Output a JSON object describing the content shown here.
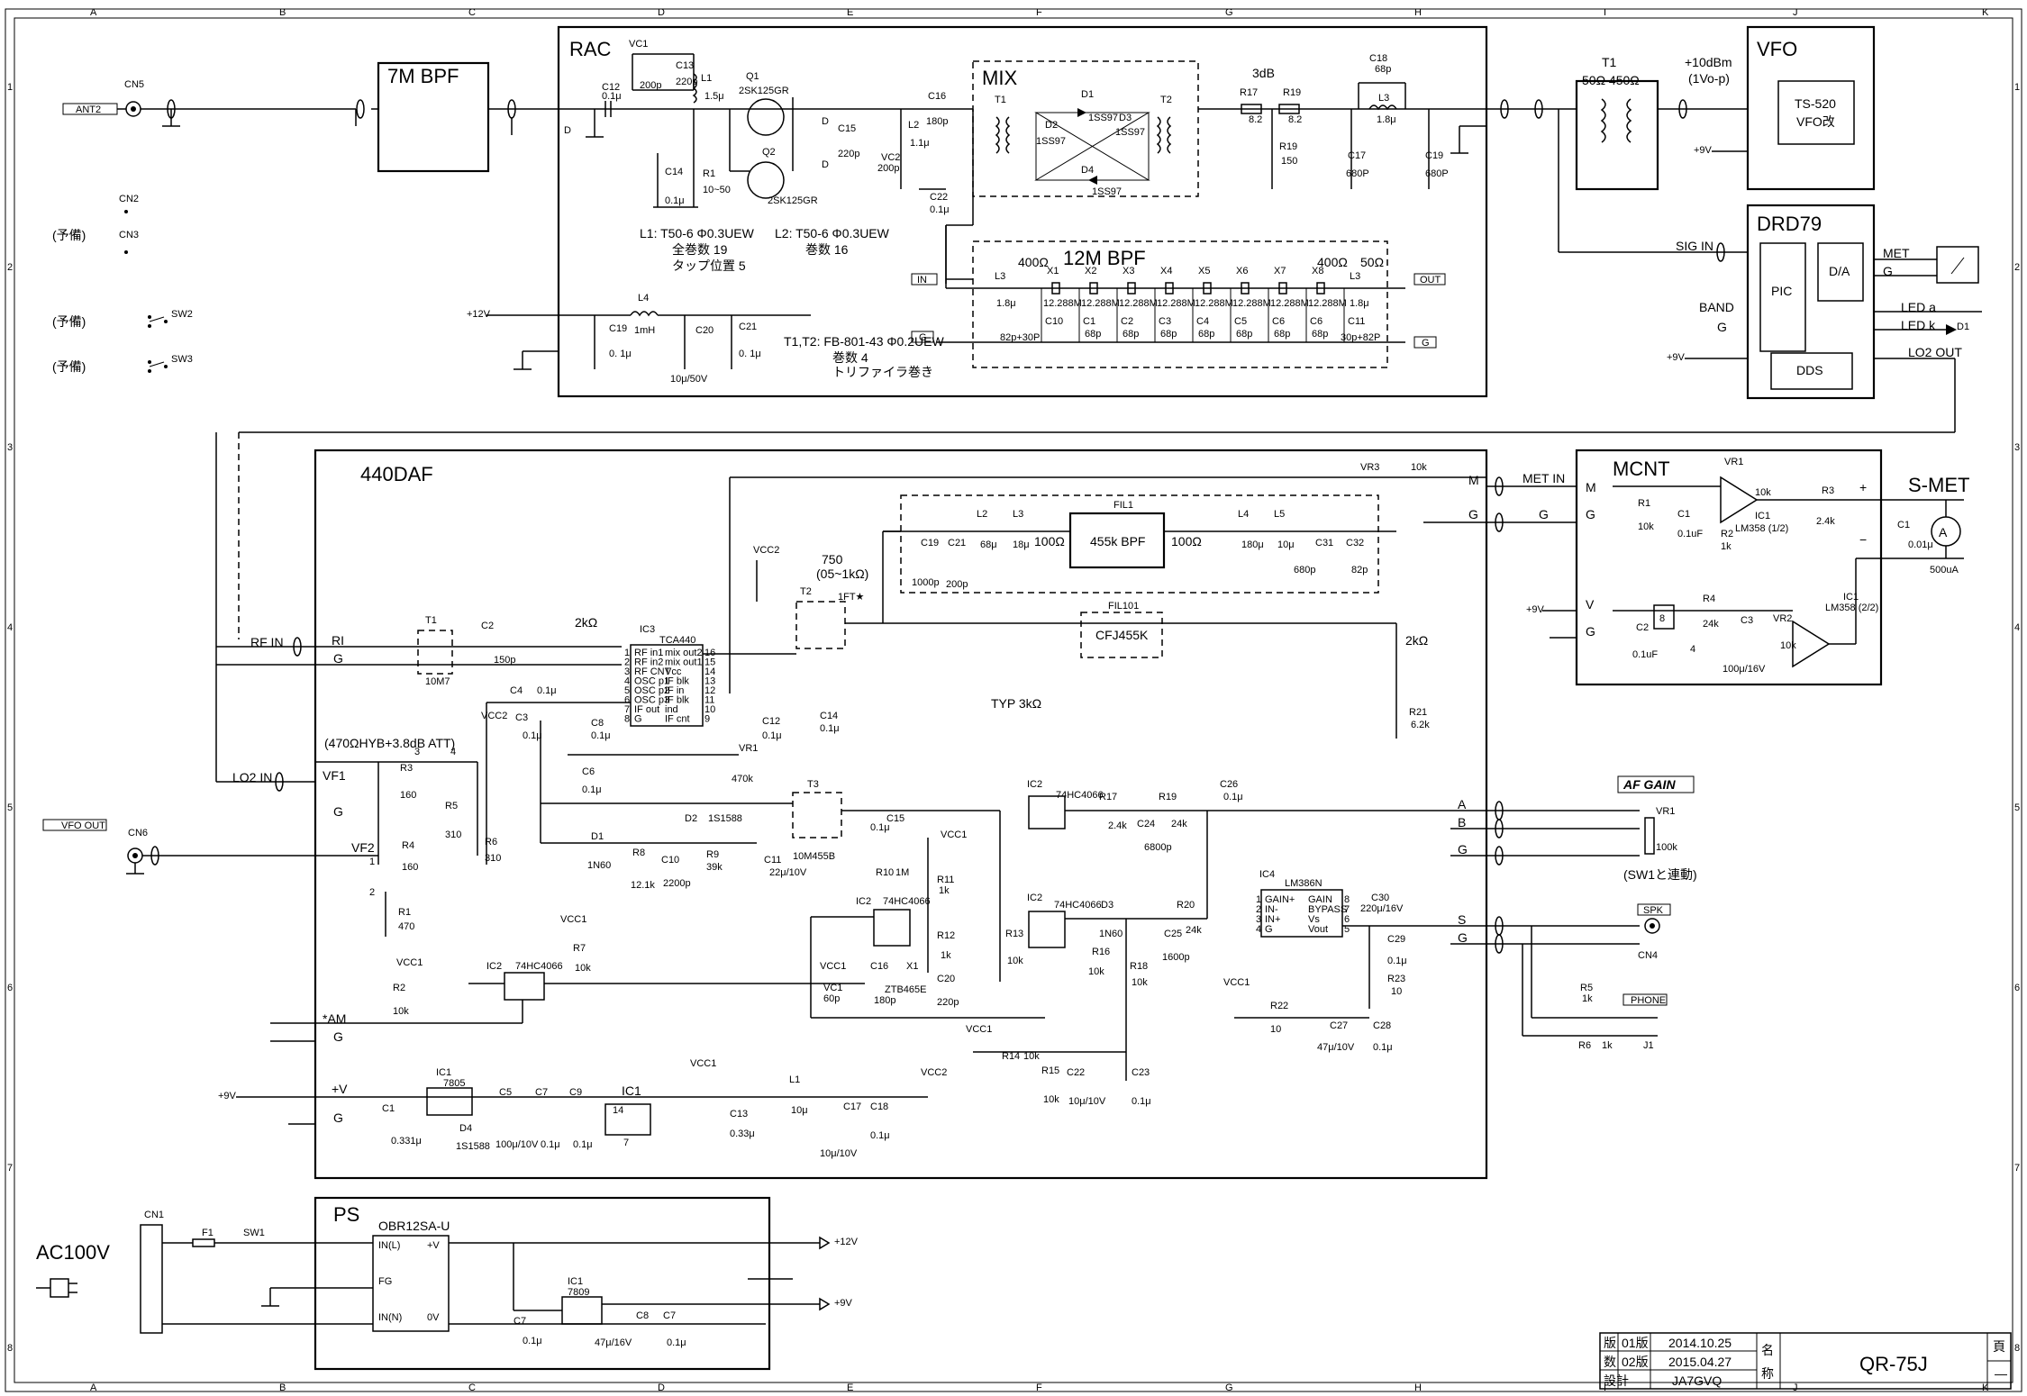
{
  "grid": {
    "cols": [
      "A",
      "B",
      "C",
      "D",
      "E",
      "F",
      "G",
      "H",
      "I",
      "J",
      "K"
    ],
    "rows": [
      "1",
      "2",
      "3",
      "4",
      "5",
      "6",
      "7",
      "8"
    ]
  },
  "ports": {
    "ant": "ANT2",
    "cn5": "CN5",
    "cn2": "CN2",
    "cn3": "CN3",
    "reserve": "(予備)",
    "sw2": "SW2",
    "sw3": "SW3",
    "vfo_out": "VFO OUT",
    "cn6": "CN6",
    "cn1": "CN1",
    "ac": "AC100V",
    "f1": "F1",
    "sw1": "SW1",
    "plus12": "+12V",
    "plus9": "+9V",
    "spk": "SPK",
    "cn4": "CN4",
    "phone": "PHONE",
    "j1": "J1",
    "af_gain": "AF GAIN",
    "sw1_link": "(SW1と連動)"
  },
  "blocks": {
    "bpf7": "7M BPF",
    "rac": "RAC",
    "mix": "MIX",
    "bpf12": "12M BPF",
    "daf": "440DAF",
    "ps": "PS",
    "vfo": "VFO",
    "vfo_sub": "TS-520",
    "vfo_sub2": "VFO改",
    "drd": "DRD79",
    "pic": "PIC",
    "da": "D/A",
    "dds": "DDS",
    "mcnt": "MCNT",
    "fil1": "455k BPF",
    "fil101": "CFJ455K",
    "ps_module": "OBR12SA-U"
  },
  "rac": {
    "l1_note": "L1:  T50-6 Φ0.3UEW",
    "l1_turns": "全巻数  19",
    "l1_tap": "タップ位置  5",
    "l2_note": "L2:  T50-6 Φ0.3UEW",
    "l2_turns": "巻数  16",
    "t_note": "T1,T2:  FB-801-43 Φ0.2UEW",
    "t_turns": "巻数  4",
    "t_wind": "トリファイラ巻き",
    "att": "3dB",
    "imp400a": "400Ω",
    "imp400b": "400Ω",
    "imp50": "50Ω",
    "q1": "Q1",
    "q1p": "2SK125GR",
    "q2": "Q2",
    "q2p": "2SK125GR",
    "d1": "D1",
    "d1p": "1SS97",
    "d2": "D2",
    "d2p": "1SS97",
    "d3": "D3",
    "d3p": "1SS97",
    "d4": "D4",
    "d4p": "1SS97",
    "in": "IN",
    "out": "OUT",
    "g": "G"
  },
  "vfo_link": {
    "t1": "T1",
    "imp": "50Ω   450Ω",
    "level": "+10dBm",
    "level2": "(1Vo-p)",
    "sig_in": "SIG IN",
    "band": "BAND",
    "g": "G",
    "met": "MET",
    "led_a": "LED a",
    "led_k": "LED k",
    "lo2_out": "LO2 OUT",
    "d1": "D1"
  },
  "daf": {
    "rf_in": "RF IN",
    "ri": "RI",
    "g": "G",
    "lo2_in": "LO2 IN",
    "vf1": "VF1",
    "vf2": "VF2",
    "am": "*AM",
    "plusv": "+V",
    "att_note": "(470ΩHYB+3.8dB ATT)",
    "imp2k": "2kΩ",
    "imp2k_b": "2kΩ",
    "typ3k": "TYP 3kΩ",
    "imp750": "750",
    "imp750b": "(05~1kΩ)",
    "imp100a": "100Ω",
    "imp100b": "100Ω",
    "ic3": "IC3",
    "ic3p": "TCA440",
    "ift": "1FT★",
    "t3p": "10M455B",
    "t1p": "10M7",
    "ic4": "IC4",
    "ic4p": "LM386N",
    "ic2": "IC2",
    "ic2p": "74HC4066",
    "ic1": "IC1",
    "ic1p": "7805",
    "x1p": "ZTB465E",
    "vcc1": "VCC1",
    "vcc2": "VCC2",
    "vr3": "VR3",
    "vr3v": "10k",
    "m": "M",
    "a": "A",
    "b": "B",
    "s": "S"
  },
  "ic3_pins": [
    "RF in1",
    "RF in2",
    "RF CNT",
    "OSC p1",
    "OSC p2",
    "OSC p3",
    "IF out",
    "G"
  ],
  "ic3_pins_r": [
    "mix out2",
    "mix out1",
    "Vcc",
    "IF blk",
    "IF in",
    "IF blk",
    "ind",
    "IF cnt"
  ],
  "ic4_pins": [
    "GAIN+",
    "IN-",
    "IN+",
    "G"
  ],
  "ic4_pins_r": [
    "GAIN",
    "BYPASS",
    "Vs",
    "Vout"
  ],
  "mcnt": {
    "met_in": "MET IN",
    "m": "M",
    "g": "G",
    "v": "V",
    "smet": "S-MET",
    "meter": "500uA",
    "ic1": "IC1",
    "ic1p": "LM358 (1/2)",
    "ic1b": "IC1",
    "ic1bp": "LM358 (2/2)",
    "vr1": "VR1",
    "vr2": "VR2"
  },
  "ps": {
    "in_l": "IN(L)",
    "in_n": "IN(N)",
    "fg": "FG",
    "pv": "+V",
    "ov": "0V",
    "ic1": "IC1",
    "ic1p": "7809"
  },
  "title_block": {
    "rev_label": "版",
    "rev_label2": "数",
    "rev1": "01版",
    "date1": "2014.10.25",
    "rev2": "02版",
    "date2": "2015.04.27",
    "design": "設計",
    "designer": "JA7GVQ",
    "name_label": "名",
    "name_label2": "称",
    "name": "QR-75J",
    "page": "頁",
    "page_val": "—"
  },
  "components": [
    "VC1",
    "200p",
    "C13",
    "220p",
    "C12",
    "0.1μ",
    "L1",
    "1.5μ",
    "C14",
    "R1",
    "10~50",
    "C15",
    "C16",
    "180p",
    "VC2",
    "L2",
    "1.1μ",
    "C22",
    "T1",
    "T2",
    "R17",
    "8.2",
    "R19",
    "8.2",
    "R19",
    "150",
    "C18",
    "68p",
    "L3",
    "1.8μ",
    "C17",
    "680P",
    "C19",
    "680P",
    "L3",
    "1.8μ",
    "X1",
    "X2",
    "X3",
    "X4",
    "X5",
    "X6",
    "X7",
    "X8",
    "12.288M",
    "C10",
    "C1",
    "C2",
    "C3",
    "C4",
    "C5",
    "C6",
    "C6",
    "C11",
    "82p+30P",
    "68p",
    "30p+82P",
    "L4",
    "1mH",
    "C19",
    "0.1μ",
    "C20",
    "10μ/50V",
    "C21",
    "L2",
    "68μ",
    "L3",
    "18μ",
    "C19",
    "1000p",
    "C21",
    "200p",
    "FIL1",
    "L4",
    "180μ",
    "L5",
    "10μ",
    "C31",
    "680p",
    "C32",
    "82p",
    "FIL101",
    "T2",
    "T1",
    "C2",
    "150p",
    "C4",
    "0.1μ",
    "C3",
    "C8",
    "C12",
    "C14",
    "C6",
    "VR1",
    "470k",
    "R21",
    "6.2k",
    "R3",
    "160",
    "R5",
    "310",
    "R4",
    "160",
    "R6",
    "310",
    "R1",
    "470",
    "R2",
    "10k",
    "R7",
    "10k",
    "D1",
    "1N60",
    "R8",
    "12.1k",
    "C10",
    "2200p",
    "D2",
    "1S1588",
    "R9",
    "39k",
    "C11",
    "22μ/10V",
    "T3",
    "C15",
    "R10",
    "1M",
    "R11",
    "1k",
    "R12",
    "1k",
    "VC1",
    "60p",
    "C16",
    "180p",
    "X1",
    "C20",
    "220p",
    "R17",
    "2.4k",
    "C24",
    "6800p",
    "R19",
    "24k",
    "C26",
    "0.1μ",
    "R13",
    "10k",
    "D3",
    "1N60",
    "R16",
    "10k",
    "C25",
    "1600p",
    "R18",
    "10k",
    "R20",
    "24k",
    "C29",
    "0.1μ",
    "R23",
    "10",
    "C30",
    "220μ/16V",
    "R22",
    "10",
    "C27",
    "47μ/10V",
    "C28",
    "0.1μ",
    "R14",
    "10k",
    "R15",
    "10k",
    "C22",
    "10μ/10V",
    "C23",
    "0.1μ",
    "C1",
    "0.331μ",
    "C5",
    "100μ/10V",
    "C7",
    "0.1μ",
    "C9",
    "0.1μ",
    "D4",
    "1S1588",
    "L1",
    "10μ",
    "C13",
    "0.33μ",
    "C17",
    "10μ/10V",
    "C18",
    "0.1μ",
    "VR1",
    "100k",
    "R5",
    "1k",
    "R6",
    "1k",
    "R1",
    "10k",
    "C1",
    "0.1uF",
    "R2",
    "1k",
    "R3",
    "2.4k",
    "C1",
    "0.01μ",
    "R4",
    "24k",
    "C2",
    "0.1uF",
    "C3",
    "100μ/16V",
    "10k",
    "C7",
    "0.1μ",
    "C8",
    "47μ/16V",
    "C7",
    "0.1μ"
  ]
}
